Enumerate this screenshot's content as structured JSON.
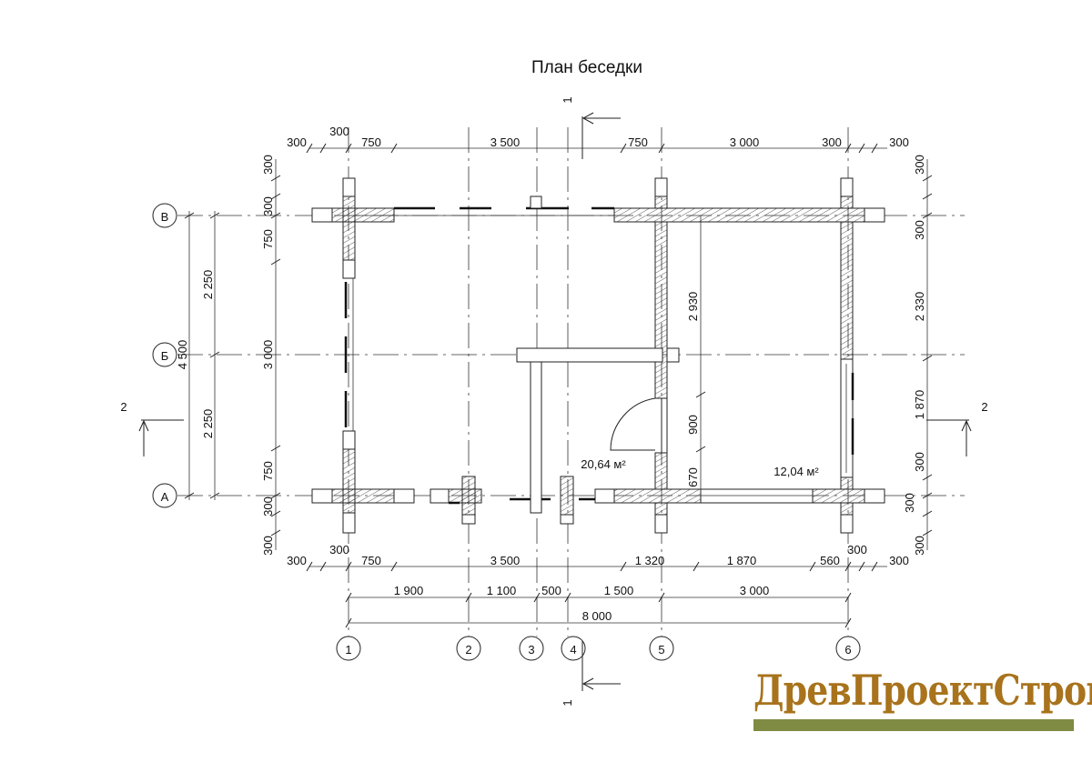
{
  "title": "План беседки",
  "rooms": [
    {
      "area": "20,64 м²"
    },
    {
      "area": "12,04 м²"
    }
  ],
  "grid_axes": {
    "columns": [
      "1",
      "2",
      "3",
      "4",
      "5",
      "6"
    ],
    "rows": [
      "В",
      "Б",
      "А"
    ]
  },
  "sections": {
    "section_1": "1",
    "section_2": "2"
  },
  "dims": {
    "top": [
      "300",
      "300",
      "750",
      "3 500",
      "750",
      "3 000",
      "300",
      "300"
    ],
    "bottom1": [
      "300",
      "300",
      "750",
      "3 500",
      "1 320",
      "1 870",
      "560",
      "300",
      "300"
    ],
    "bottom2": [
      "1 900",
      "1 100",
      "500",
      "1 500",
      "3 000"
    ],
    "bottom_total": "8 000",
    "left_outer": "4 500",
    "left_mid": [
      "2 250",
      "2 250"
    ],
    "left_inner": [
      "300",
      "300",
      "750",
      "3 000",
      "750",
      "300",
      "300"
    ],
    "right": [
      "300",
      "300",
      "2 330",
      "1 870",
      "300",
      "300",
      "300"
    ],
    "interior": [
      "2 930",
      "900",
      "670"
    ]
  },
  "logo": {
    "text": "ДревПроектСтрой",
    "text_color": "#a8731c",
    "bar_color": "#7f8a42"
  }
}
